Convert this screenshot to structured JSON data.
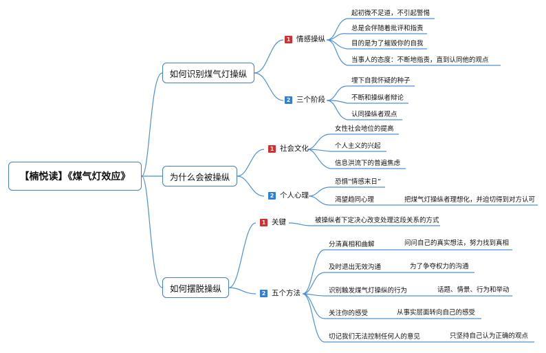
{
  "root": "【楠悦读】《煤气灯效应》",
  "main": [
    {
      "title": "如何识别煤气灯操纵"
    },
    {
      "title": "为什么会被操纵"
    },
    {
      "title": "如何摆脱操纵"
    }
  ],
  "groups": [
    {
      "num": "1",
      "label": "情感操纵",
      "items": [
        "起初微不足道，不引起警惕",
        "总是会伴随着批评和指责",
        "目的是为了摧毁你的自我",
        "当事人的态度：不断地指责，直到认同他的观点"
      ]
    },
    {
      "num": "2",
      "label": "三个阶段",
      "items": [
        "埋下自我怀疑的种子",
        "不断和操纵者辩论",
        "认同操纵者观点"
      ]
    },
    {
      "num": "1",
      "label": "社会文化",
      "items": [
        "女性社会地位的提高",
        "个人主义的兴起",
        "信息洪流下的普遍焦虑"
      ]
    },
    {
      "num": "2",
      "label": "个人心理",
      "items": [
        "恐惧“情感末日”",
        "渴望趋同心理"
      ],
      "extra": "把煤气灯操纵者理想化，并迫切得到对方认可"
    },
    {
      "num": "1",
      "label": "关键",
      "items": [
        "被操纵者下定决心改变处理这段关系的方式"
      ]
    },
    {
      "num": "2",
      "label": "五个方法",
      "methods": [
        {
          "name": "分清真相和曲解",
          "detail": "问问自己的真实想法，努力找到真相"
        },
        {
          "name": "及时退出无效沟通",
          "detail": "为了争夺权力的沟通"
        },
        {
          "name": "识别触发煤气灯操纵的行为",
          "detail": "话题、情景、行为和举动"
        },
        {
          "name": "关注你的感受",
          "detail": "从事实层面转向自己的感受"
        },
        {
          "name": "切记我们无法控制任何人的意见",
          "detail": "只坚持自己认为正确的观点"
        }
      ]
    }
  ],
  "colors": {
    "line": "#4a90d9",
    "badge_red": "#d32f2f",
    "badge_blue": "#2f7fd9",
    "border": "#3f7fc7"
  }
}
